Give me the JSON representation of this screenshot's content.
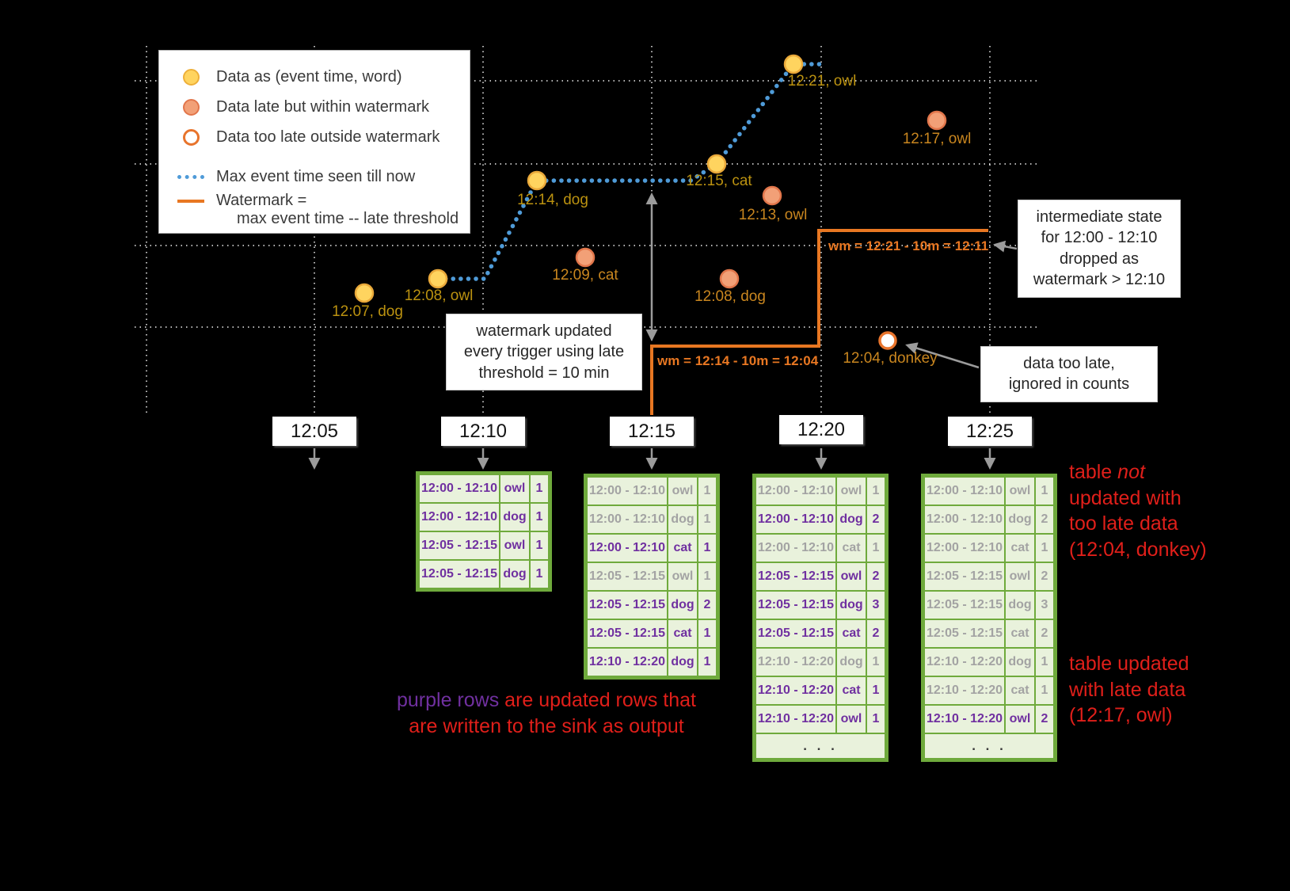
{
  "legend": {
    "items": [
      {
        "icon": "on-time-dot",
        "label": "Data as (event time, word)"
      },
      {
        "icon": "late-dot",
        "label": "Data late but within watermark"
      },
      {
        "icon": "too-late-dot",
        "label": "Data too late outside watermark"
      },
      {
        "icon": "max-event-time-line",
        "label": "Max event time seen till now"
      },
      {
        "icon": "watermark-line",
        "label_line1": "Watermark =",
        "label_line2": "max event time -- late threshold"
      }
    ]
  },
  "points": [
    {
      "label": "12:07, dog",
      "type": "on-time"
    },
    {
      "label": "12:08, owl",
      "type": "on-time"
    },
    {
      "label": "12:14, dog",
      "type": "on-time"
    },
    {
      "label": "12:15, cat",
      "type": "on-time"
    },
    {
      "label": "12:21, owl",
      "type": "on-time"
    },
    {
      "label": "12:09, cat",
      "type": "late"
    },
    {
      "label": "12:13, owl",
      "type": "late"
    },
    {
      "label": "12:08, dog",
      "type": "late"
    },
    {
      "label": "12:17, owl",
      "type": "late"
    },
    {
      "label": "12:04, donkey",
      "type": "too-late"
    }
  ],
  "watermark_labels": {
    "first": "wm = 12:14 - 10m = 12:04",
    "second": "wm = 12:21 - 10m = 12:11"
  },
  "callouts": {
    "watermark_updated": {
      "lines": [
        "watermark updated",
        "every trigger using late",
        "threshold = 10 min"
      ]
    },
    "intermediate_state": {
      "lines": [
        "intermediate state",
        "for 12:00 - 12:10",
        "dropped as",
        "watermark > 12:10"
      ]
    },
    "too_late": {
      "lines": [
        "data too late,",
        "ignored in counts"
      ]
    }
  },
  "triggers": [
    "12:05",
    "12:10",
    "12:15",
    "12:20",
    "12:25"
  ],
  "tables": [
    {
      "trigger": "12:10",
      "ellipsis": false,
      "rows": [
        {
          "window": "12:00 - 12:10",
          "word": "owl",
          "count": "1",
          "updated": true
        },
        {
          "window": "12:00 - 12:10",
          "word": "dog",
          "count": "1",
          "updated": true
        },
        {
          "window": "12:05 - 12:15",
          "word": "owl",
          "count": "1",
          "updated": true
        },
        {
          "window": "12:05 - 12:15",
          "word": "dog",
          "count": "1",
          "updated": true
        }
      ]
    },
    {
      "trigger": "12:15",
      "ellipsis": false,
      "rows": [
        {
          "window": "12:00 - 12:10",
          "word": "owl",
          "count": "1",
          "updated": false
        },
        {
          "window": "12:00 - 12:10",
          "word": "dog",
          "count": "1",
          "updated": false
        },
        {
          "window": "12:00 - 12:10",
          "word": "cat",
          "count": "1",
          "updated": true
        },
        {
          "window": "12:05 - 12:15",
          "word": "owl",
          "count": "1",
          "updated": false
        },
        {
          "window": "12:05 - 12:15",
          "word": "dog",
          "count": "2",
          "updated": true
        },
        {
          "window": "12:05 - 12:15",
          "word": "cat",
          "count": "1",
          "updated": true
        },
        {
          "window": "12:10 - 12:20",
          "word": "dog",
          "count": "1",
          "updated": true
        }
      ]
    },
    {
      "trigger": "12:20",
      "ellipsis": true,
      "rows": [
        {
          "window": "12:00 - 12:10",
          "word": "owl",
          "count": "1",
          "updated": false
        },
        {
          "window": "12:00 - 12:10",
          "word": "dog",
          "count": "2",
          "updated": true
        },
        {
          "window": "12:00 - 12:10",
          "word": "cat",
          "count": "1",
          "updated": false
        },
        {
          "window": "12:05 - 12:15",
          "word": "owl",
          "count": "2",
          "updated": true
        },
        {
          "window": "12:05 - 12:15",
          "word": "dog",
          "count": "3",
          "updated": true
        },
        {
          "window": "12:05 - 12:15",
          "word": "cat",
          "count": "2",
          "updated": true
        },
        {
          "window": "12:10 - 12:20",
          "word": "dog",
          "count": "1",
          "updated": false
        },
        {
          "window": "12:10 - 12:20",
          "word": "cat",
          "count": "1",
          "updated": true
        },
        {
          "window": "12:10 - 12:20",
          "word": "owl",
          "count": "1",
          "updated": true
        }
      ]
    },
    {
      "trigger": "12:25",
      "ellipsis": true,
      "rows": [
        {
          "window": "12:00 - 12:10",
          "word": "owl",
          "count": "1",
          "updated": false
        },
        {
          "window": "12:00 - 12:10",
          "word": "dog",
          "count": "2",
          "updated": false
        },
        {
          "window": "12:00 - 12:10",
          "word": "cat",
          "count": "1",
          "updated": false
        },
        {
          "window": "12:05 - 12:15",
          "word": "owl",
          "count": "2",
          "updated": false
        },
        {
          "window": "12:05 - 12:15",
          "word": "dog",
          "count": "3",
          "updated": false
        },
        {
          "window": "12:05 - 12:15",
          "word": "cat",
          "count": "2",
          "updated": false
        },
        {
          "window": "12:10 - 12:20",
          "word": "dog",
          "count": "1",
          "updated": false
        },
        {
          "window": "12:10 - 12:20",
          "word": "cat",
          "count": "1",
          "updated": false
        },
        {
          "window": "12:10 - 12:20",
          "word": "owl",
          "count": "2",
          "updated": true
        }
      ]
    }
  ],
  "annotations": {
    "not_updated": {
      "line1_prefix": "table ",
      "line1_italic": "not",
      "lines": [
        "updated with",
        "too late data",
        "(12:04, donkey)"
      ]
    },
    "updated_late": {
      "lines": [
        "table updated",
        "with late data",
        "(12:17, owl)"
      ]
    },
    "purple_note": {
      "highlight": "purple rows",
      "line1_rest": " are updated rows that",
      "line2": "are written to the sink as output"
    }
  },
  "misc": {
    "ellipsis": ". . ."
  },
  "colors": {
    "background": "#000000",
    "on_time_point": "#ffd45f",
    "late_point": "#f2a077",
    "too_late_ring": "#e8742c",
    "max_event_time_line": "#4f9bd8",
    "watermark_line": "#e87722",
    "updated_row_text": "#7030a0",
    "stale_row_text": "#a3a3a3",
    "table_green": "#6faa3c",
    "annotation_red": "#e01f1a"
  }
}
